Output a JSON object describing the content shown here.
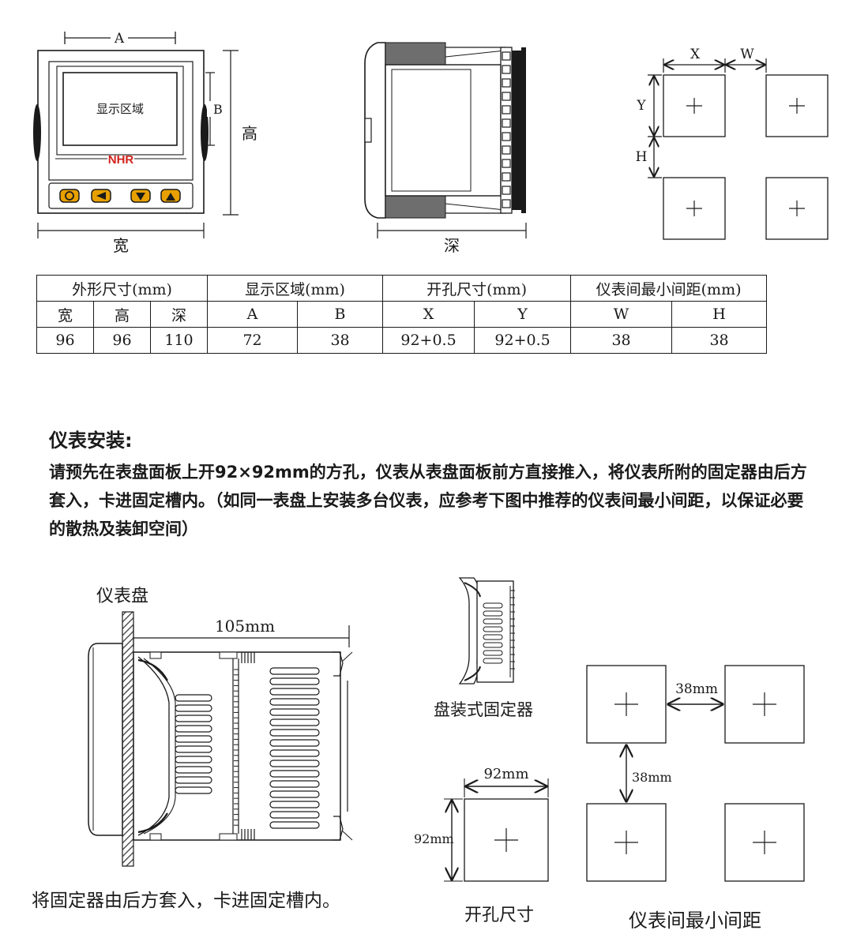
{
  "top_diagram": {
    "front": {
      "dim_a": "A",
      "dim_b": "B",
      "display_area": "显示区域",
      "logo": "NHR",
      "height_label": "高",
      "width_label": "宽"
    },
    "side": {
      "depth_label": "深"
    },
    "cutout": {
      "x": "X",
      "w": "W",
      "y": "Y",
      "h": "H"
    }
  },
  "spec_table": {
    "groups": [
      "外形尺寸(mm)",
      "显示区域(mm)",
      "开孔尺寸(mm)",
      "仪表间最小间距(mm)"
    ],
    "headers": [
      "宽",
      "高",
      "深",
      "A",
      "B",
      "X",
      "Y",
      "W",
      "H"
    ],
    "values": [
      "96",
      "96",
      "110",
      "72",
      "38",
      "92+0.5",
      "92+0.5",
      "38",
      "38"
    ]
  },
  "install": {
    "title": "仪表安装:",
    "body": "请预先在表盘面板上开92×92mm的方孔，仪表从表盘面板前方直接推入，将仪表所附的固定器由后方套入，卡进固定槽内。（如同一表盘上安装多台仪表，应参考下图中推荐的仪表间最小间距，以保证必要的散热及装卸空间）"
  },
  "bottom_diagram": {
    "panel_label": "仪表盘",
    "depth_dim": "105mm",
    "mount_caption": "将固定器由后方套入，卡进固定槽内。",
    "bracket_caption": "盘装式固定器",
    "hole_width": "92mm",
    "hole_height": "92mm",
    "hole_caption": "开孔尺寸",
    "spacing_h": "38mm",
    "spacing_v": "38mm",
    "spacing_caption": "仪表间最小间距"
  },
  "colors": {
    "line": "#1a1a1a",
    "button_fill": "#e8a000",
    "logo_red": "#d0221c",
    "panel_hatch": "#555555",
    "terminal_gray": "#6e6e6e"
  }
}
